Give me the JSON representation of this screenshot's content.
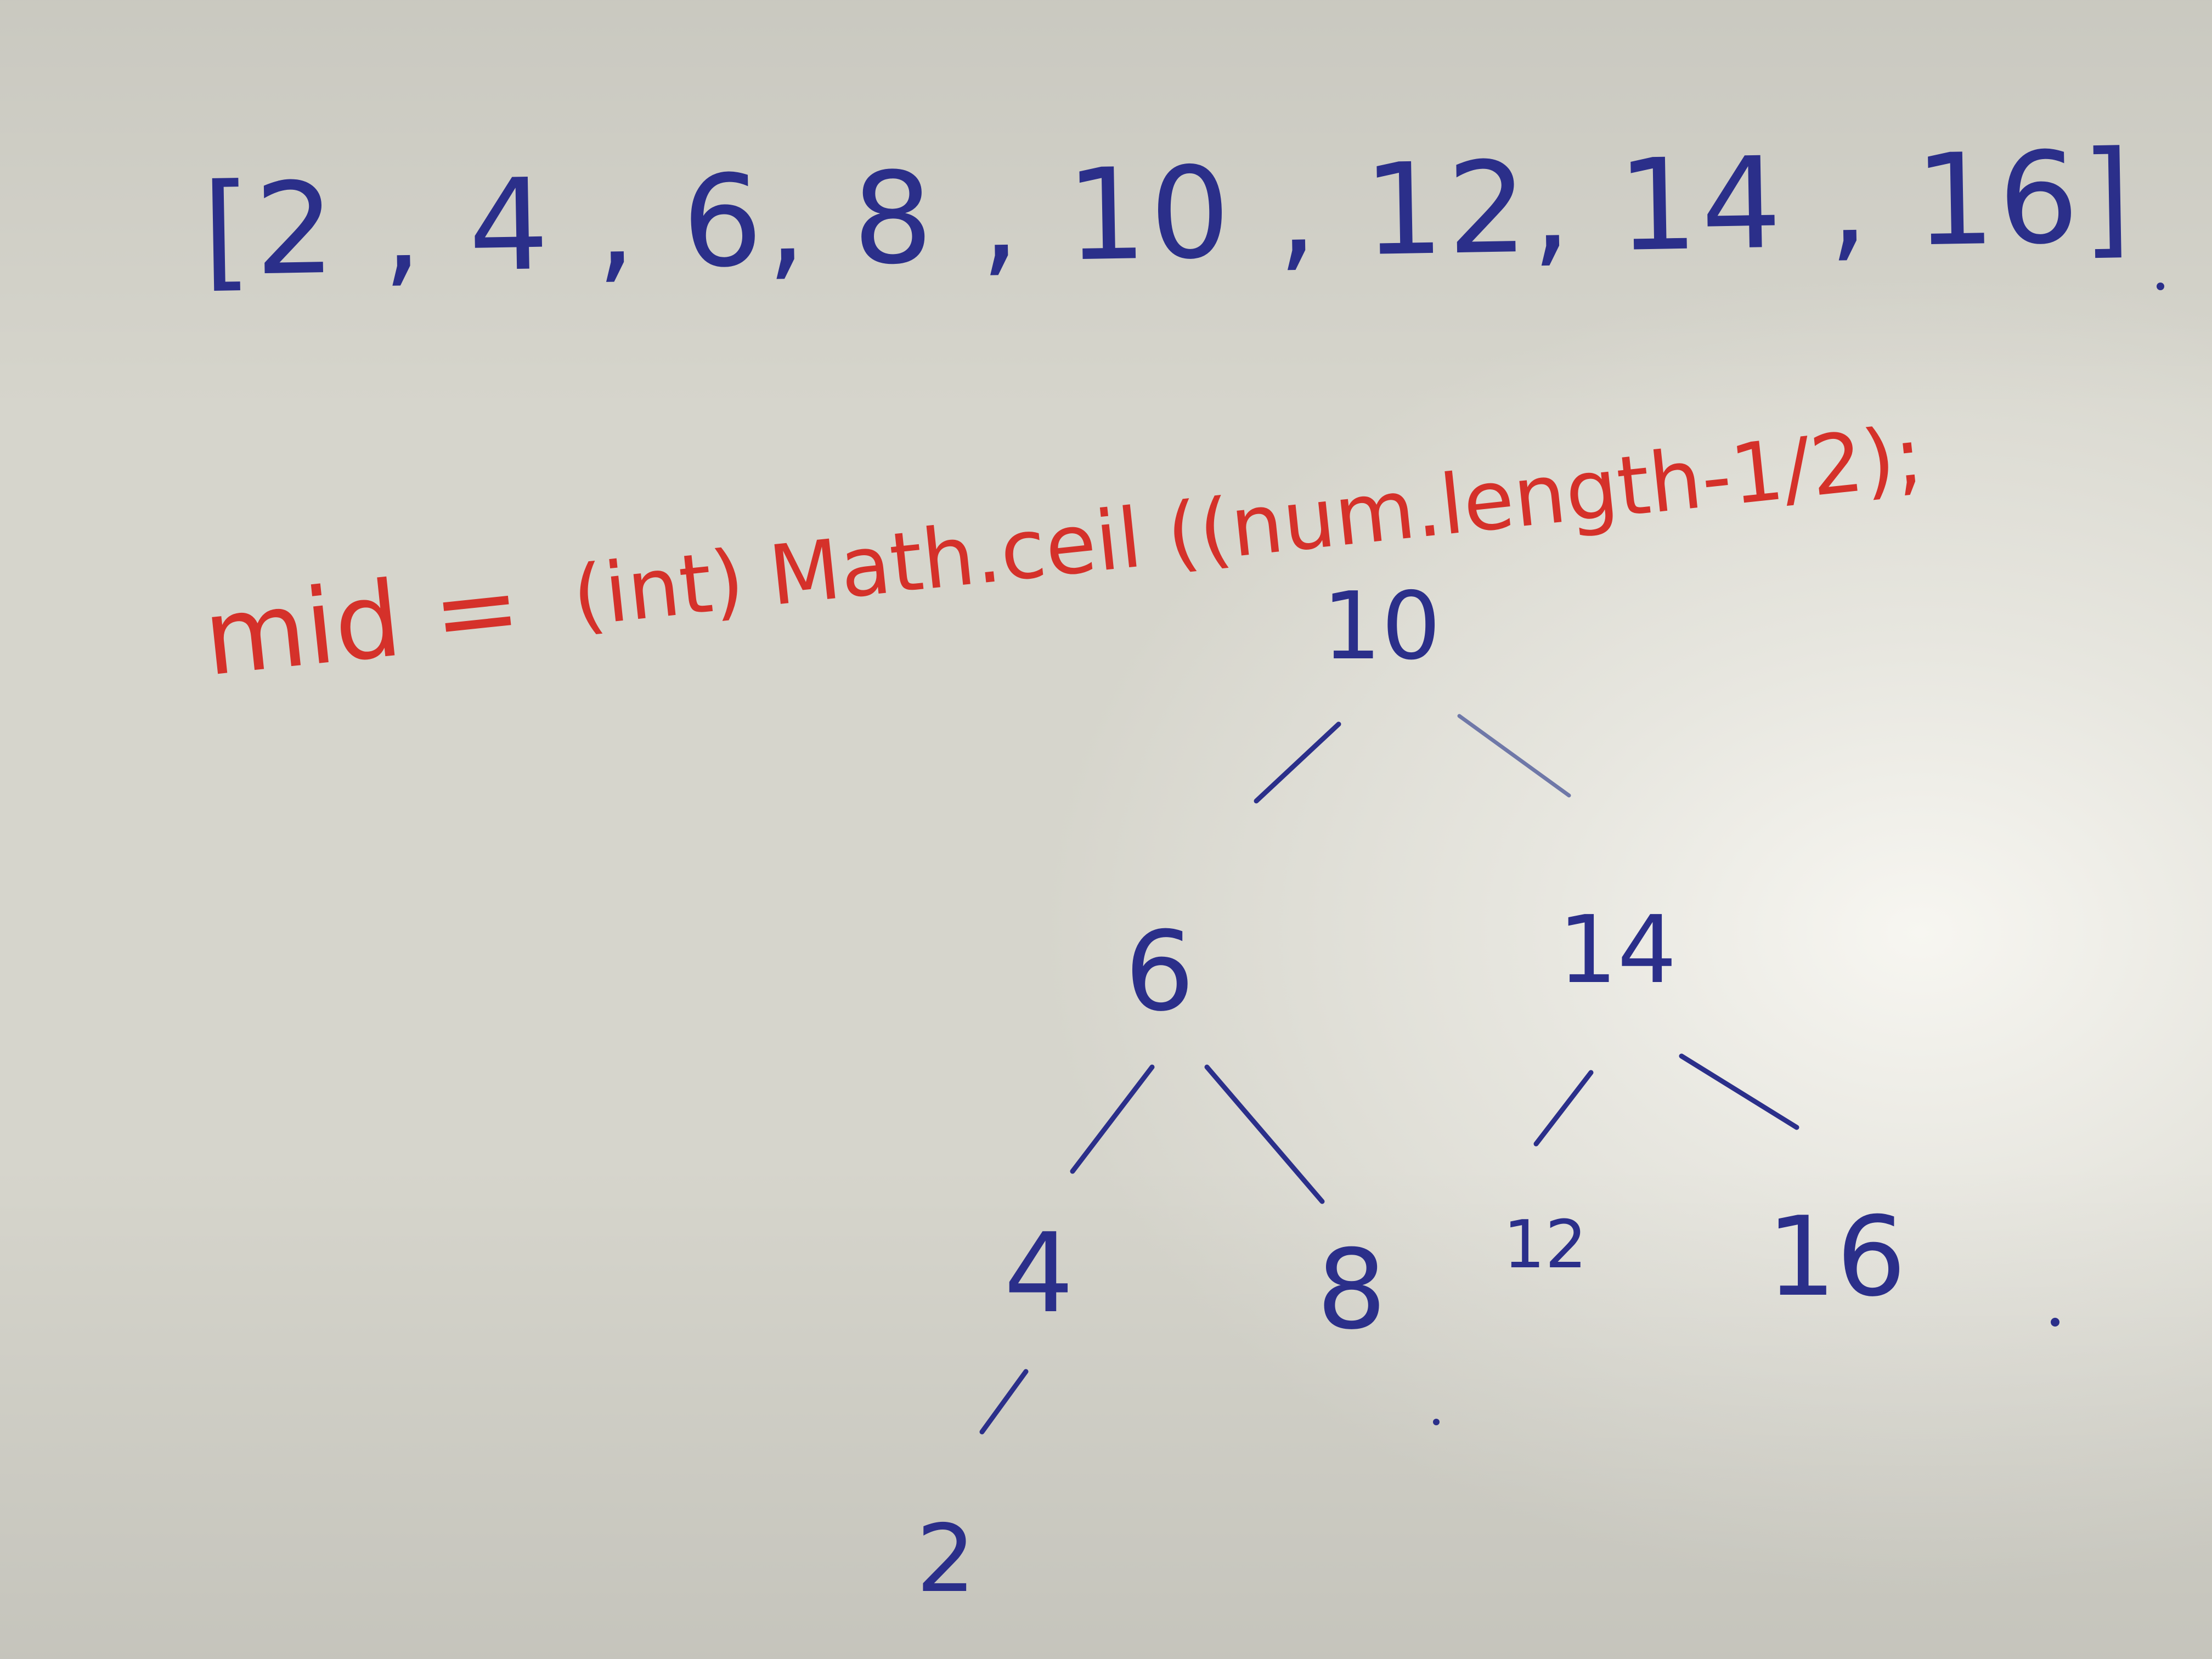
{
  "array_text": "[2 , 4 , 6, 8 , 10 , 12, 14 , 16]",
  "formula": {
    "lhs": "mid =",
    "rhs": "(int) Math.ceil ((num.length-1/2);"
  },
  "tree": {
    "root": "10",
    "left": "6",
    "right": "14",
    "left_left": "4",
    "left_right": "8",
    "right_left": "12",
    "right_right": "16",
    "left_left_left": "2"
  },
  "colors": {
    "blue_ink": "#2b2f8a",
    "red_ink": "#d5312a"
  }
}
